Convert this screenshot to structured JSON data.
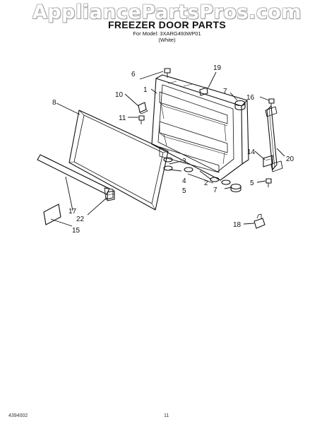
{
  "watermark": "AppliancePartsPros.com",
  "title": "FREEZER DOOR PARTS",
  "model_line": "For Model: 3XARG493WP01",
  "color_line": "(White)",
  "callouts": [
    "1",
    "2",
    "3",
    "4",
    "5",
    "5",
    "6",
    "7",
    "7",
    "8",
    "10",
    "11",
    "14",
    "15",
    "16",
    "17",
    "18",
    "19",
    "20",
    "22"
  ],
  "footer": {
    "code": "4394002",
    "page": "11"
  }
}
